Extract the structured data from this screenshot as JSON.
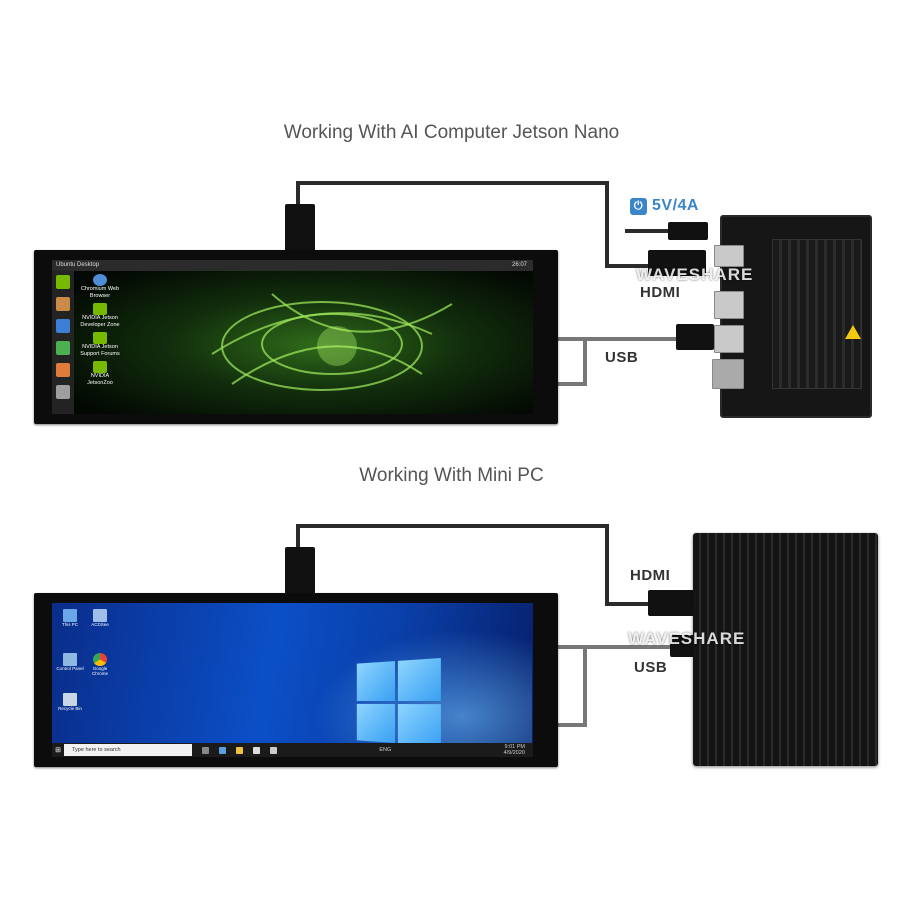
{
  "sections": [
    {
      "title": "Working With AI Computer Jetson Nano",
      "labels": {
        "power": "5V/4A",
        "hdmi": "HDMI",
        "usb": "USB",
        "watermark": "WAVESHARE"
      },
      "screen": {
        "topbar_left": "Ubuntu Desktop",
        "topbar_right": "26:07",
        "desktop_icons": [
          "Chromium Web Browser",
          "NVIDIA Jetson Developer Zone",
          "NVIDIA Jetson Support Forums",
          "NVIDIA JetsonZoo"
        ]
      }
    },
    {
      "title": "Working With Mini PC",
      "labels": {
        "hdmi": "HDMI",
        "usb": "USB",
        "watermark": "WAVESHARE"
      },
      "screen": {
        "desktop_icons": [
          "This PC",
          "ACDSee",
          "Control Panel",
          "Google Chrome",
          "Recycle Bin"
        ],
        "search_placeholder": "Type here to search",
        "tray_lang": "ENG",
        "tray_time": "9:01 PM",
        "tray_date": "4/9/2020"
      }
    }
  ],
  "colors": {
    "power_blue": "#3a86c8",
    "title_gray": "#555555",
    "cable": "#2b2b2b"
  },
  "icons": [
    "power-icon",
    "windows-start-icon",
    "hdmi-plug-icon",
    "usb-plug-icon",
    "warning-triangle-icon"
  ]
}
